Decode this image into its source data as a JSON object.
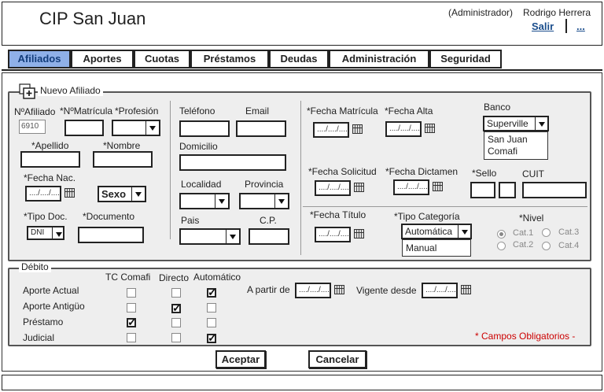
{
  "app": {
    "title": "CIP San Juan"
  },
  "header": {
    "role": "(Administrador)",
    "user": "Rodrigo Herrera",
    "logout": "Salir",
    "more": "..."
  },
  "tabs": [
    "Afiliados",
    "Aportes",
    "Cuotas",
    "Préstamos",
    "Deudas",
    "Administración",
    "Seguridad"
  ],
  "form": {
    "section_title": "Nuevo Afiliado",
    "labels": {
      "nro_afiliado": "NºAfiliado",
      "nro_matricula": "*NºMatrícula",
      "profesion": "*Profesión",
      "apellido": "*Apellido",
      "nombre": "*Nombre",
      "fecha_nac": "*Fecha Nac.",
      "tipo_doc": "*Tipo Doc.",
      "documento": "*Documento",
      "telefono": "Teléfono",
      "email": "Email",
      "domicilio": "Domicilio",
      "localidad": "Localidad",
      "provincia": "Provincia",
      "pais": "Pais",
      "cp": "C.P.",
      "fecha_matricula": "*Fecha Matrícula",
      "fecha_alta": "*Fecha Alta",
      "banco": "Banco",
      "fecha_solicitud": "*Fecha Solicitud",
      "fecha_dictamen": "*Fecha Dictamen",
      "sello": "*Sello",
      "cuit": "CUIT",
      "fecha_titulo": "*Fecha Título",
      "tipo_categoria": "*Tipo Categoría",
      "nivel": "*Nivel"
    },
    "values": {
      "nro_afiliado": "6910",
      "sexo": "Sexo",
      "tipo_doc": "DNI",
      "date_placeholder": "..../..../....",
      "banco": "Superville",
      "tipo_categoria": "Automática"
    },
    "banco_options": [
      "San Juan",
      "Comafi"
    ],
    "categoria_options": [
      "Manual"
    ],
    "nivel_options": [
      "Cat.1",
      "Cat.3",
      "Cat.2",
      "Cat.4"
    ]
  },
  "debito": {
    "title": "Débito",
    "columns": [
      "TC Comafi",
      "Directo",
      "Automático"
    ],
    "rows": [
      {
        "label": "Aporte Actual",
        "checks": [
          false,
          false,
          true
        ]
      },
      {
        "label": "Aporte Antigüo",
        "checks": [
          false,
          true,
          false
        ]
      },
      {
        "label": "Préstamo",
        "checks": [
          true,
          false,
          false
        ]
      },
      {
        "label": "Judicial",
        "checks": [
          false,
          false,
          true
        ]
      }
    ],
    "a_partir_de": "A partir de",
    "vigente_desde": "Vigente desde",
    "required_note": "* Campos Obligatorios -"
  },
  "actions": {
    "accept": "Aceptar",
    "cancel": "Cancelar"
  }
}
